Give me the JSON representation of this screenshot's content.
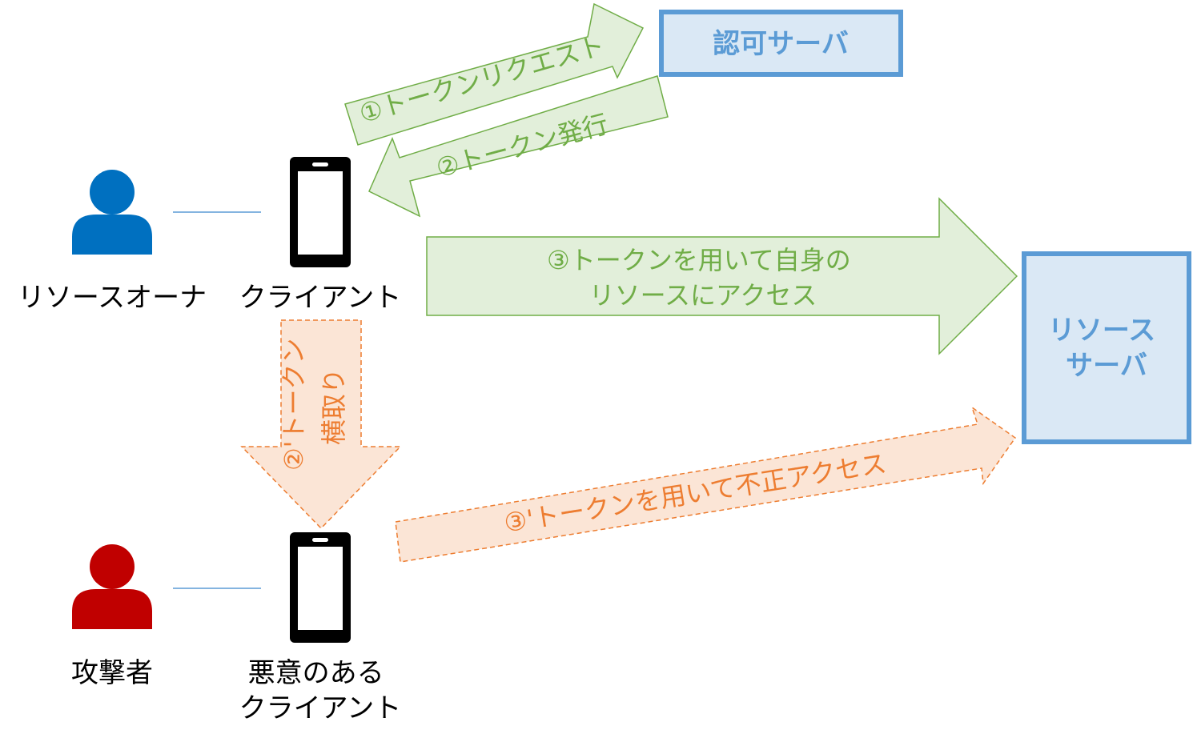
{
  "colors": {
    "owner": "#0070c0",
    "attacker": "#c00000",
    "server_border": "#5b9bd5",
    "server_fill": "#dae8f5",
    "server_text": "#5b9bd5",
    "green_fill": "#e2efda",
    "green_stroke": "#70ad47",
    "orange_fill": "#fbe5d6",
    "orange_stroke": "#ed7d31",
    "connector": "#5b9bd5"
  },
  "actors": {
    "resource_owner": {
      "label": "リソースオーナ",
      "icon": "person-icon"
    },
    "client": {
      "label": "クライアント",
      "icon": "smartphone-icon"
    },
    "attacker": {
      "label": "攻撃者",
      "icon": "person-icon"
    },
    "malicious_client": {
      "label_line1": "悪意のある",
      "label_line2": "クライアント",
      "icon": "smartphone-icon"
    }
  },
  "servers": {
    "auth_server": {
      "label": "認可サーバ"
    },
    "resource_server": {
      "label_line1": "リソース",
      "label_line2": "サーバ"
    }
  },
  "arrows": {
    "token_request": {
      "label": "①トークンリクエスト"
    },
    "token_issue": {
      "label": "②トークン発行"
    },
    "resource_access": {
      "label_line1": "③トークンを用いて自身の",
      "label_line2": "リソースにアクセス"
    },
    "token_theft": {
      "label_line1": "②'トークン",
      "label_line2": "横取り"
    },
    "illegal_access": {
      "label": "③'トークンを用いて不正アクセス"
    }
  }
}
